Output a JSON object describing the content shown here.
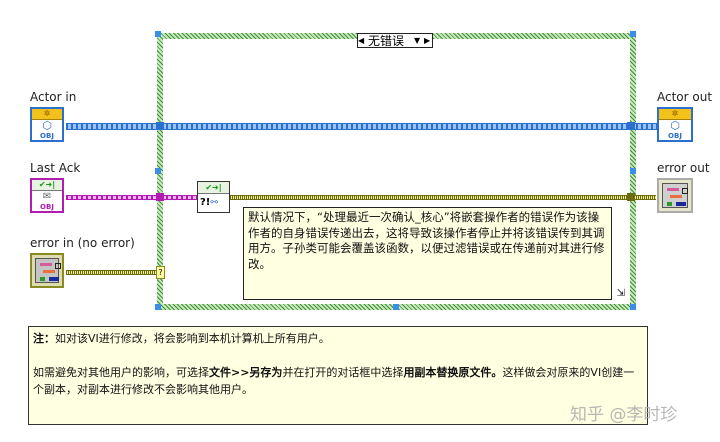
{
  "case_structure": {
    "selector_value": "无错误",
    "prev_arrow": "◀",
    "next_arrow": "▶",
    "dropdown_arrow": "▼"
  },
  "terminals": {
    "actor_in": "Actor in",
    "last_ack": "Last Ack",
    "error_in": "error in (no error)",
    "actor_out": "Actor out",
    "error_out": "error out",
    "obj_tag": "OBJ"
  },
  "subvi": {
    "icon": "handle-last-ack-core-icon",
    "glyph": "?!"
  },
  "comment": "默认情况下，“处理最近一次确认_核心”将嵌套操作者的错误作为该操作者的自身错误传递出去，这将导致该操作者停止并将该错误传到其调用方。子孙类可能会覆盖该函数，以便过滤错误或在传递前对其进行修改。",
  "note": {
    "line1_bold": "注：",
    "line1": "如对该VI进行修改，将会影响到本机计算机上所有用户。",
    "line2_a": "如需避免对其他用户的影响，可选择",
    "line2_b": "文件>>另存为",
    "line2_c": "并在打开的对话框中选择",
    "line2_d": "用副本替换原文件。",
    "line2_e": "这样做会对原来的VI创建一个副本，对副本进行修改不会影响其他用户。"
  },
  "watermark": "知乎 @李时珍",
  "colors": {
    "class_wire": "#2b6fcf",
    "ack_wire": "#b21cb2",
    "error_wire": "#6b6b10",
    "case_border": "#8cc97a",
    "comment_bg": "#ffffe1"
  }
}
